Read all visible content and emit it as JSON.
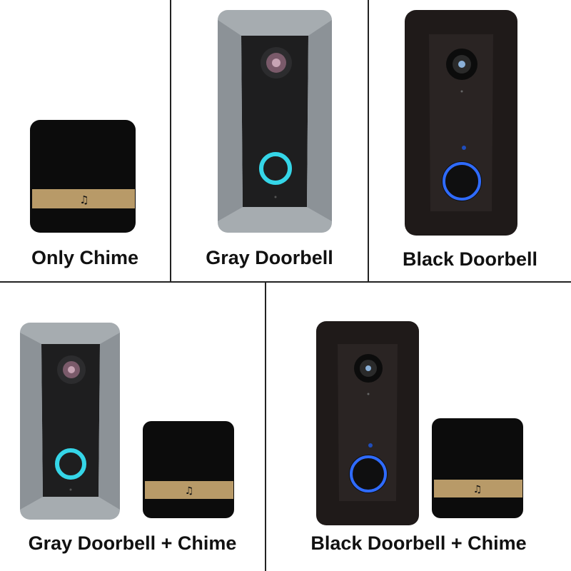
{
  "options": [
    {
      "label": "Only Chime"
    },
    {
      "label": "Gray Doorbell"
    },
    {
      "label": "Black Doorbell"
    },
    {
      "label": "Gray Doorbell + Chime"
    },
    {
      "label": "Black Doorbell + Chime"
    }
  ],
  "colors": {
    "gray_body": "#a6acb0",
    "black_body": "#1f1a19",
    "chime_body": "#0c0c0c",
    "gold_band": "#b89a68",
    "cyan_ring": "#35d6e8",
    "blue_ring": "#2f6bff"
  },
  "icons": {
    "chime_symbol": "music-note-icon"
  }
}
